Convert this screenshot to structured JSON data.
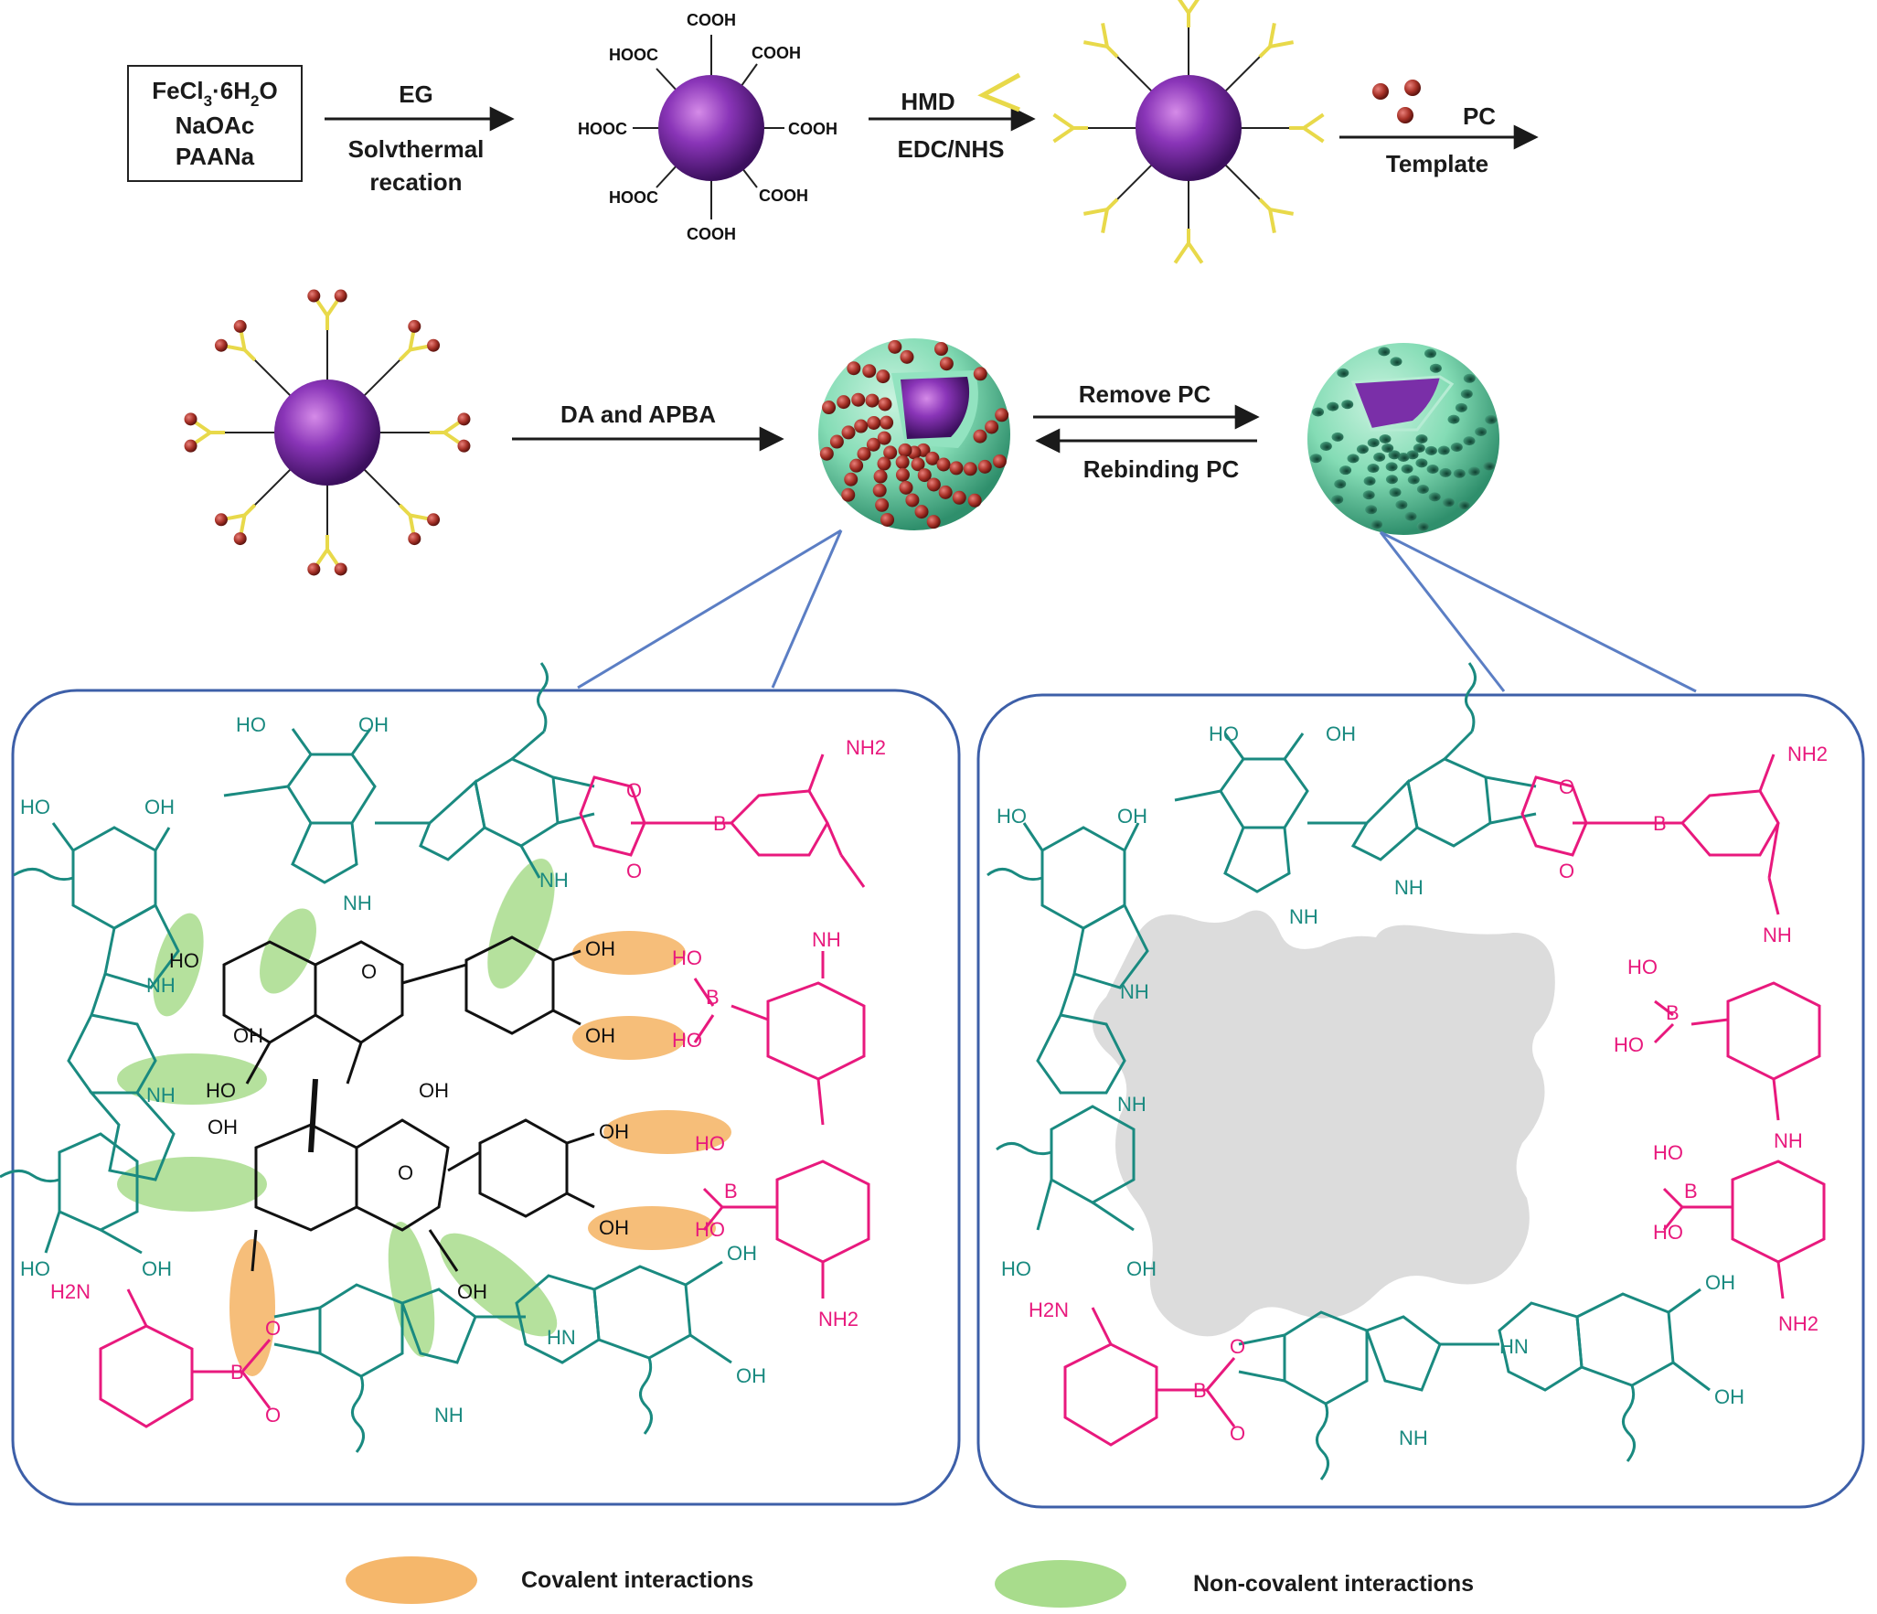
{
  "colors": {
    "particle": "#7a2fa8",
    "linker": "#e8d94a",
    "template": "#a83228",
    "shell": "#84dcb5",
    "frame": "#3d5fa8",
    "teal": "#1a8a80",
    "magenta": "#e8197d",
    "covalent": "#f5b76b",
    "noncovalent": "#a8dc8c",
    "cavity": "#dcdcdc"
  },
  "reagents": {
    "line1": "FeCl",
    "line1_sub3": "3",
    "line1_mid": "·6H",
    "line1_sub2": "2",
    "line1_end": "O",
    "line2": "NaOAc",
    "line3": "PAANa"
  },
  "step1": {
    "top": "EG",
    "bottom1": "Solvthermal",
    "bottom2": "recation"
  },
  "cooh_labels": [
    "COOH",
    "COOH",
    "COOH",
    "COOH",
    "COOH"
  ],
  "hooc_labels": [
    "HOOC",
    "HOOC",
    "HOOC"
  ],
  "step2": {
    "top": "HMD",
    "bottom": "EDC/NHS",
    "linker_icon": "hmd-linker-icon"
  },
  "step3": {
    "top": "PC",
    "bottom": "Template",
    "template_icon": "template-dots-icon"
  },
  "step4": {
    "label": "DA and  APBA"
  },
  "equilibrium": {
    "forward": "Remove PC",
    "reverse": "Rebinding PC"
  },
  "chem_left": {
    "HO_1": "HO",
    "OH_1": "OH",
    "HO_2": "HO",
    "OH_2": "OH",
    "NH2_top": "NH2",
    "O_top": "O",
    "B_top": "B",
    "O_top2": "O",
    "NH_top": "NH",
    "NH_1": "NH",
    "NH_2": "NH",
    "NH_3": "NH",
    "HN_1": "HN",
    "NH_4": "NH",
    "PC_HO_1": "HO",
    "PC_O_1": "O",
    "PC_OH_1": "OH",
    "PC_OH_2": "OH",
    "PC_OH_3": "OH",
    "PC_OH_4": "OH",
    "PC_HO_2": "HO",
    "PC_OH_5": "OH",
    "PC_O_2": "O",
    "PC_OH_6": "OH",
    "PC_OH_7": "OH",
    "PC_OH_8": "OH",
    "HO_B1": "HO",
    "B_1": "B",
    "HO_B2": "HO",
    "HO_B3": "HO",
    "B_2": "B",
    "HO_B4": "HO",
    "NH2_mid": "NH2",
    "HO_3": "HO",
    "OH_3": "OH",
    "H2N": "H2N",
    "O_b1": "O",
    "B_b": "B",
    "O_b2": "O",
    "OH_r1": "OH",
    "OH_r2": "OH",
    "NH_b": "NH"
  },
  "chem_right": {
    "HO_1": "HO",
    "OH_1": "OH",
    "HO_2": "HO",
    "OH_2": "OH",
    "NH2_top": "NH2",
    "O_top": "O",
    "B_top": "B",
    "O_top2": "O",
    "NH_top": "NH",
    "NH_1": "NH",
    "NH_2": "NH",
    "NH_3": "NH",
    "NH_4": "NH",
    "HO_B1": "HO",
    "B_1": "B",
    "HO_B2": "HO",
    "NH_mid": "NH",
    "HO_B3": "HO",
    "B_2": "B",
    "HO_B4": "HO",
    "NH2_mid": "NH2",
    "HO_3": "HO",
    "OH_3": "OH",
    "H2N": "H2N",
    "O_b1": "O",
    "B_b": "B",
    "O_b2": "O",
    "HN_b": "HN",
    "OH_r1": "OH",
    "OH_r2": "OH",
    "NH_b": "NH"
  },
  "legend": {
    "covalent": "Covalent interactions",
    "noncovalent": "Non-covalent interactions"
  }
}
